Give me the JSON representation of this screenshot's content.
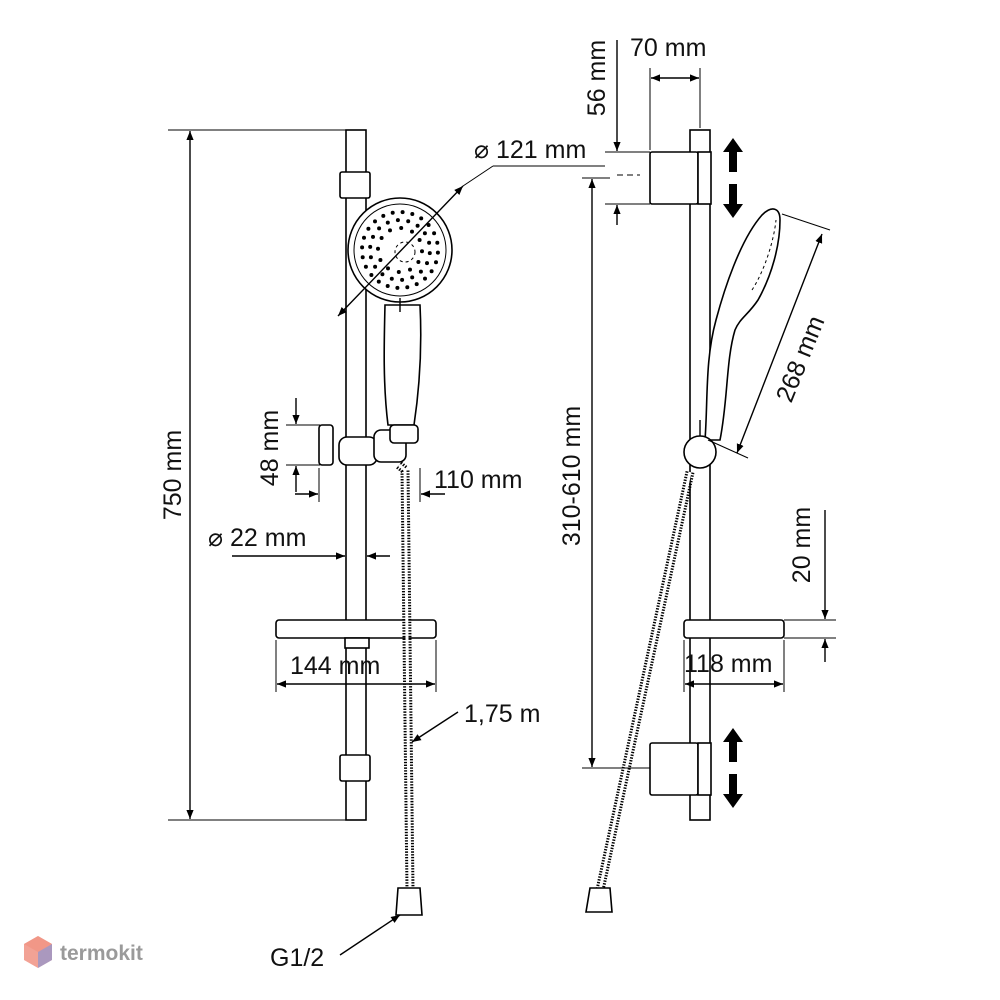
{
  "labels": {
    "height_total": "750 mm",
    "head_diameter": "⌀ 121 mm",
    "bracket_height": "48 mm",
    "bracket_depth": "110 mm",
    "rail_diameter": "⌀ 22 mm",
    "shelf_width": "144 mm",
    "hose_length": "1,75 m",
    "connection": "G1/2",
    "top_mount_height": "56 mm",
    "top_mount_depth": "70 mm",
    "spacing_range": "310-610 mm",
    "handset_length": "268 mm",
    "shelf_height": "20 mm",
    "shelf_depth": "118 mm"
  },
  "brand": {
    "name": "termokit",
    "color": "#9a9a9a"
  }
}
